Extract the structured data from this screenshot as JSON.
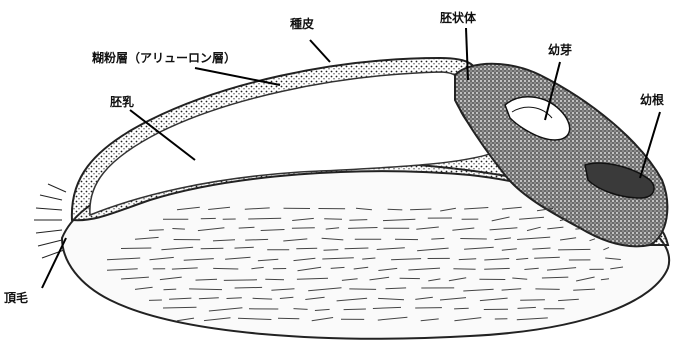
{
  "labels": {
    "seed_coat": "種皮",
    "aleurone": "糊粉層（アリューロン層）",
    "endosperm": "胚乳",
    "scutellum": "胚状体",
    "plumule": "幼芽",
    "radicle": "幼根",
    "brush": "頂毛"
  }
}
